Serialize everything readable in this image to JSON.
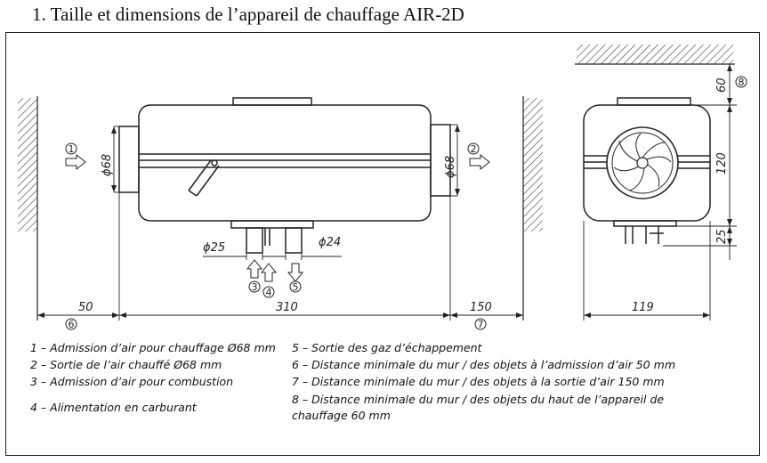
{
  "title": "1.  Taille et dimensions de l’appareil de chauffage AIR-2D",
  "dimensions": {
    "d_inlet": "ϕ68",
    "d_outlet": "ϕ68",
    "pipe_left": "ϕ25",
    "pipe_right": "ϕ24",
    "wall_left": "50",
    "length": "310",
    "wall_right": "150",
    "top_clearance": "60",
    "height": "120",
    "bottom": "25",
    "width": "119"
  },
  "markers": {
    "m1": "1",
    "m2": "2",
    "m3": "3",
    "m4": "4",
    "m5": "5",
    "m6": "6",
    "m7": "7",
    "m8": "8"
  },
  "legend": {
    "item1": "1 – Admission d’air pour chauffage Ø68 mm",
    "item2": "2 – Sortie de l’air chauffé Ø68 mm",
    "item3": "3 – Admission d’air pour combustion",
    "item4": "4 – Alimentation en carburant",
    "item5": "5 – Sortie des gaz d’échappement",
    "item6": "6 – Distance minimale du mur / des objets à l’admission d’air 50 mm",
    "item7": "7 – Distance minimale du mur / des objets à la sortie d’air 150 mm",
    "item8": "8 – Distance minimale du mur / des objets du haut de l’appareil de chauffage 60 mm"
  }
}
